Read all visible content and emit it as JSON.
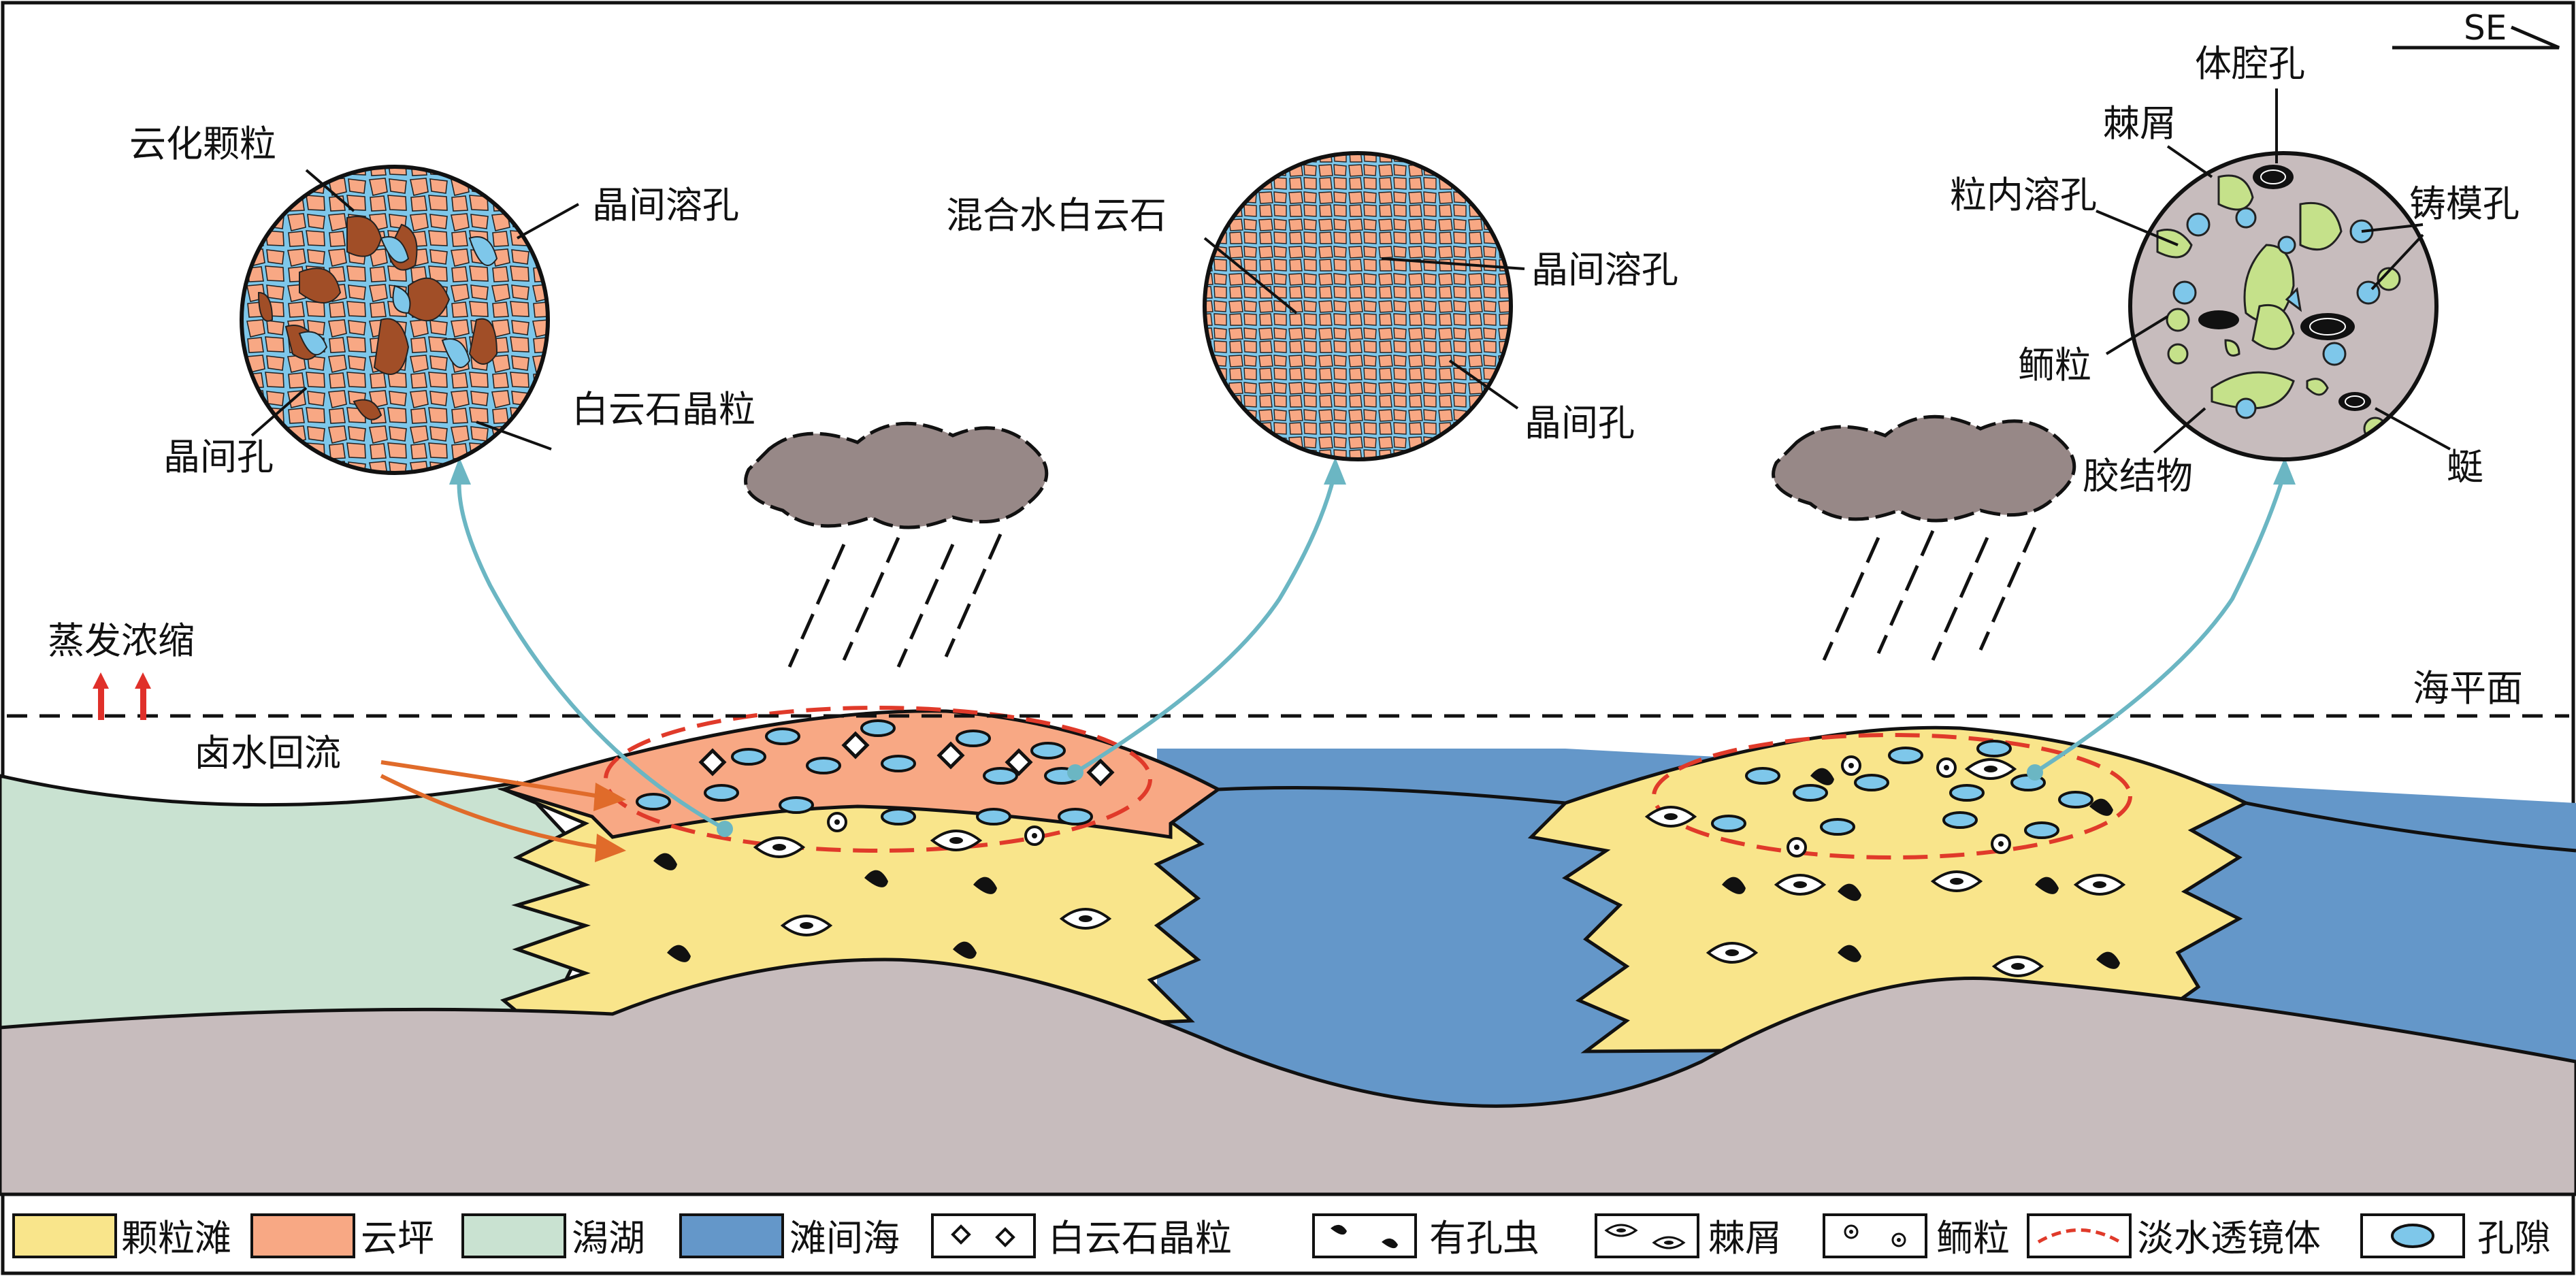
{
  "colors": {
    "granular_shoal": "#f9e58b",
    "dolomite_flat": "#f8a884",
    "lagoon": "#c9e2d1",
    "interbank_sea": "#6497c9",
    "basement": "#c7bcbd",
    "pore": "#7ec7ea",
    "bioclast": "#c5e18a",
    "dolomitized_grain": "#a14e27",
    "cloud": "#978887",
    "arrow_teal": "#6bb6c3",
    "arrow_orange": "#e06b2a",
    "lens_red": "#e03a2a",
    "evap_red": "#e0302a"
  },
  "labels": {
    "direction": "SE",
    "sea_level": "海平面",
    "evaporation": "蒸发浓缩",
    "brine_reflux": "卤水回流",
    "c1_dolomitized_grain": "云化颗粒",
    "c1_intercrystal_dissolution_pore": "晶间溶孔",
    "c1_intercrystal_pore": "晶间孔",
    "c1_dolomite_crystal": "白云石晶粒",
    "c2_mixed_water_dolomite": "混合水白云石",
    "c2_intercrystal_dissolution_pore": "晶间溶孔",
    "c2_intercrystal_pore": "晶间孔",
    "c3_body_cavity_pore": "体腔孔",
    "c3_bioclast": "棘屑",
    "c3_intragranular_dissolution_pore": "粒内溶孔",
    "c3_moldic_pore": "铸模孔",
    "c3_ooid": "鲕粒",
    "c3_cement": "胶结物",
    "c3_gastropod": "蜓"
  },
  "legend": [
    {
      "label": "颗粒滩",
      "icon": "swatch-yellow"
    },
    {
      "label": "云坪",
      "icon": "swatch-salmon"
    },
    {
      "label": "潟湖",
      "icon": "swatch-green"
    },
    {
      "label": "滩间海",
      "icon": "swatch-blue"
    },
    {
      "label": "白云石晶粒",
      "icon": "diamond-pair-icon"
    },
    {
      "label": "有孔虫",
      "icon": "foraminifera-icon"
    },
    {
      "label": "棘屑",
      "icon": "bioclast-icon"
    },
    {
      "label": "鲕粒",
      "icon": "ooid-icon"
    },
    {
      "label": "淡水透镜体",
      "icon": "dashed-lens-icon"
    },
    {
      "label": "孔隙",
      "icon": "pore-icon"
    }
  ]
}
